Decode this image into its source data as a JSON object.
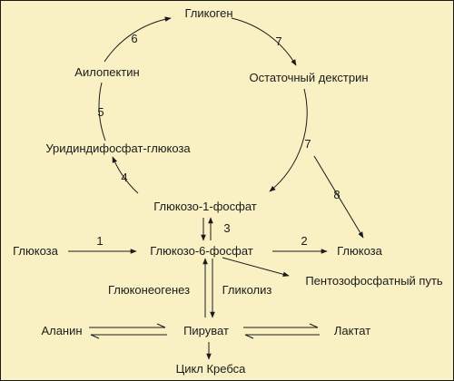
{
  "nodes": {
    "glycogen": "Гликоген",
    "amylopectin": "Аилопектин",
    "residual_dextrin": "Остаточный декстрин",
    "udp_glucose": "Уридиндифосфат-глюкоза",
    "g1p": "Глюкозо-1-фосфат",
    "glucose_left": "Глюкоза",
    "g6p": "Глюкозо-6-фосфат",
    "glucose_right": "Глюкоза",
    "pentose": "Пентозофосфатный путь",
    "gluconeogenesis": "Глюконеогенез",
    "glycolysis": "Гликолиз",
    "alanine": "Аланин",
    "pyruvate": "Пируват",
    "lactate": "Лактат",
    "krebs": "Цикл Кребса"
  },
  "steps": {
    "s6": "6",
    "s7a": "7",
    "s5": "5",
    "s7b": "7",
    "s4": "4",
    "s8": "8",
    "s3": "3",
    "s1": "1",
    "s2": "2"
  }
}
